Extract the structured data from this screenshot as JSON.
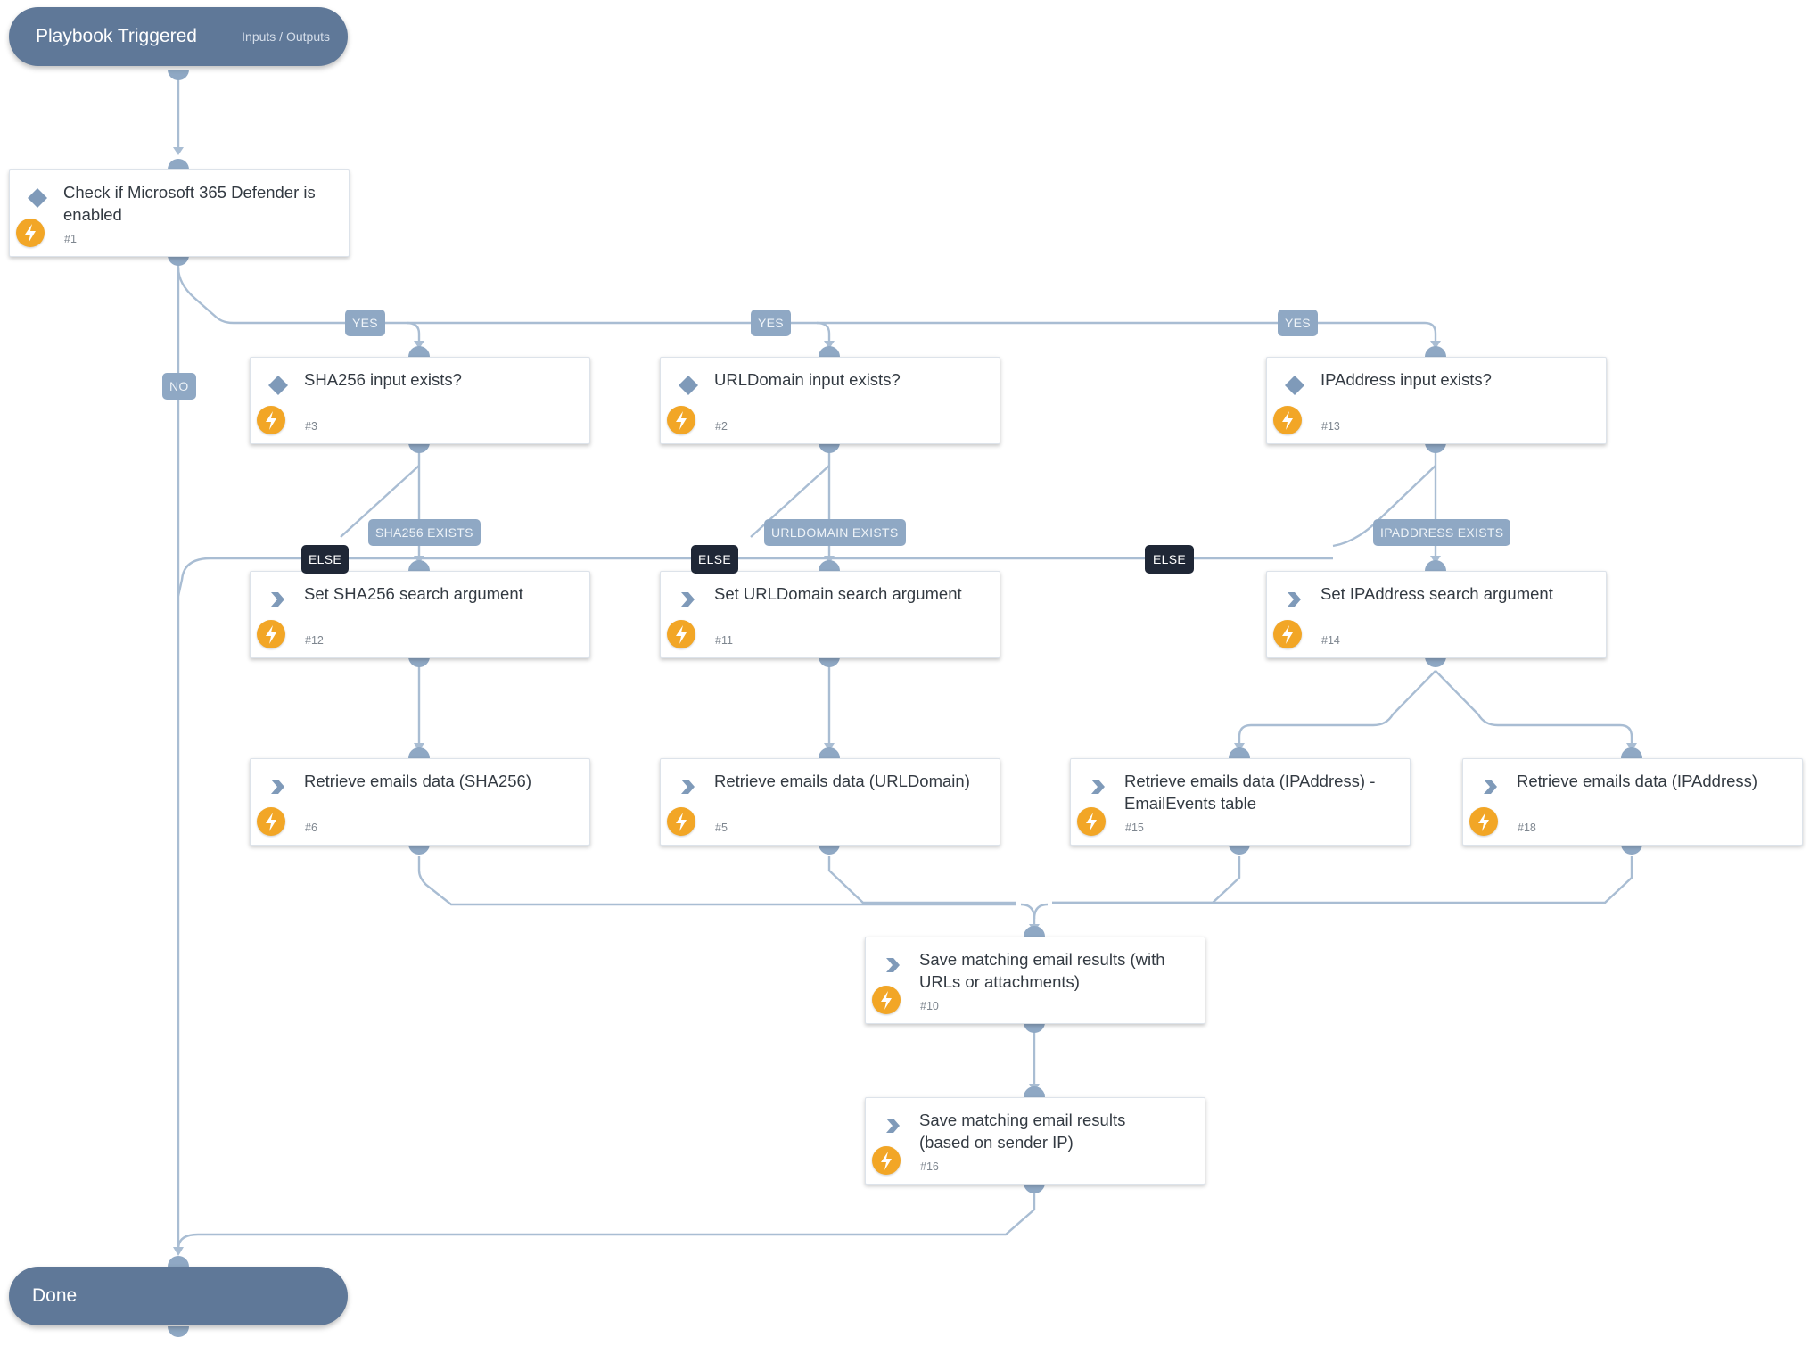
{
  "start": {
    "title": "Playbook Triggered",
    "io": "Inputs / Outputs"
  },
  "end": {
    "title": "Done"
  },
  "tasks": [
    {
      "id": "t1",
      "type": "condition",
      "label": "Check if Microsoft 365 Defender is enabled",
      "number": "#1"
    },
    {
      "id": "t3",
      "type": "condition",
      "label": "SHA256 input exists?",
      "number": "#3"
    },
    {
      "id": "t2",
      "type": "condition",
      "label": "URLDomain input exists?",
      "number": "#2"
    },
    {
      "id": "t13",
      "type": "condition",
      "label": "IPAddress input exists?",
      "number": "#13"
    },
    {
      "id": "t12",
      "type": "action",
      "label": "Set SHA256 search argument",
      "number": "#12"
    },
    {
      "id": "t11",
      "type": "action",
      "label": "Set URLDomain search argument",
      "number": "#11"
    },
    {
      "id": "t14",
      "type": "action",
      "label": "Set IPAddress search argument",
      "number": "#14"
    },
    {
      "id": "t6",
      "type": "action",
      "label": "Retrieve emails data (SHA256)",
      "number": "#6"
    },
    {
      "id": "t5",
      "type": "action",
      "label": "Retrieve emails data (URLDomain)",
      "number": "#5"
    },
    {
      "id": "t15",
      "type": "action",
      "label": "Retrieve emails data (IPAddress) - EmailEvents table",
      "number": "#15"
    },
    {
      "id": "t18",
      "type": "action",
      "label": "Retrieve emails data (IPAddress)",
      "number": "#18"
    },
    {
      "id": "t10",
      "type": "action",
      "label": "Save matching email results (with URLs or attachments)",
      "number": "#10"
    },
    {
      "id": "t16",
      "type": "action",
      "label": "Save matching email results (based on sender IP)",
      "number": "#16"
    }
  ],
  "edge_labels": [
    {
      "id": "yes1",
      "text": "YES",
      "style": "light"
    },
    {
      "id": "yes2",
      "text": "YES",
      "style": "light"
    },
    {
      "id": "yes3",
      "text": "YES",
      "style": "light"
    },
    {
      "id": "no1",
      "text": "NO",
      "style": "light"
    },
    {
      "id": "sha",
      "text": "SHA256 EXISTS",
      "style": "light"
    },
    {
      "id": "url",
      "text": "URLDOMAIN EXISTS",
      "style": "light"
    },
    {
      "id": "ip",
      "text": "IPADDRESS EXISTS",
      "style": "light"
    },
    {
      "id": "else1",
      "text": "ELSE",
      "style": "dark"
    },
    {
      "id": "else2",
      "text": "ELSE",
      "style": "dark"
    },
    {
      "id": "else3",
      "text": "ELSE",
      "style": "dark"
    }
  ],
  "colors": {
    "pill": "#5f7898",
    "wire": "#a9bdd3",
    "port": "#8fa8c4",
    "tag": "#8fa8c4",
    "else_tag": "#1f2736",
    "bolt": "#f2a626"
  },
  "icons": {
    "condition": "diamond-icon",
    "action": "chevron-icon",
    "automation": "lightning-bolt-icon"
  }
}
